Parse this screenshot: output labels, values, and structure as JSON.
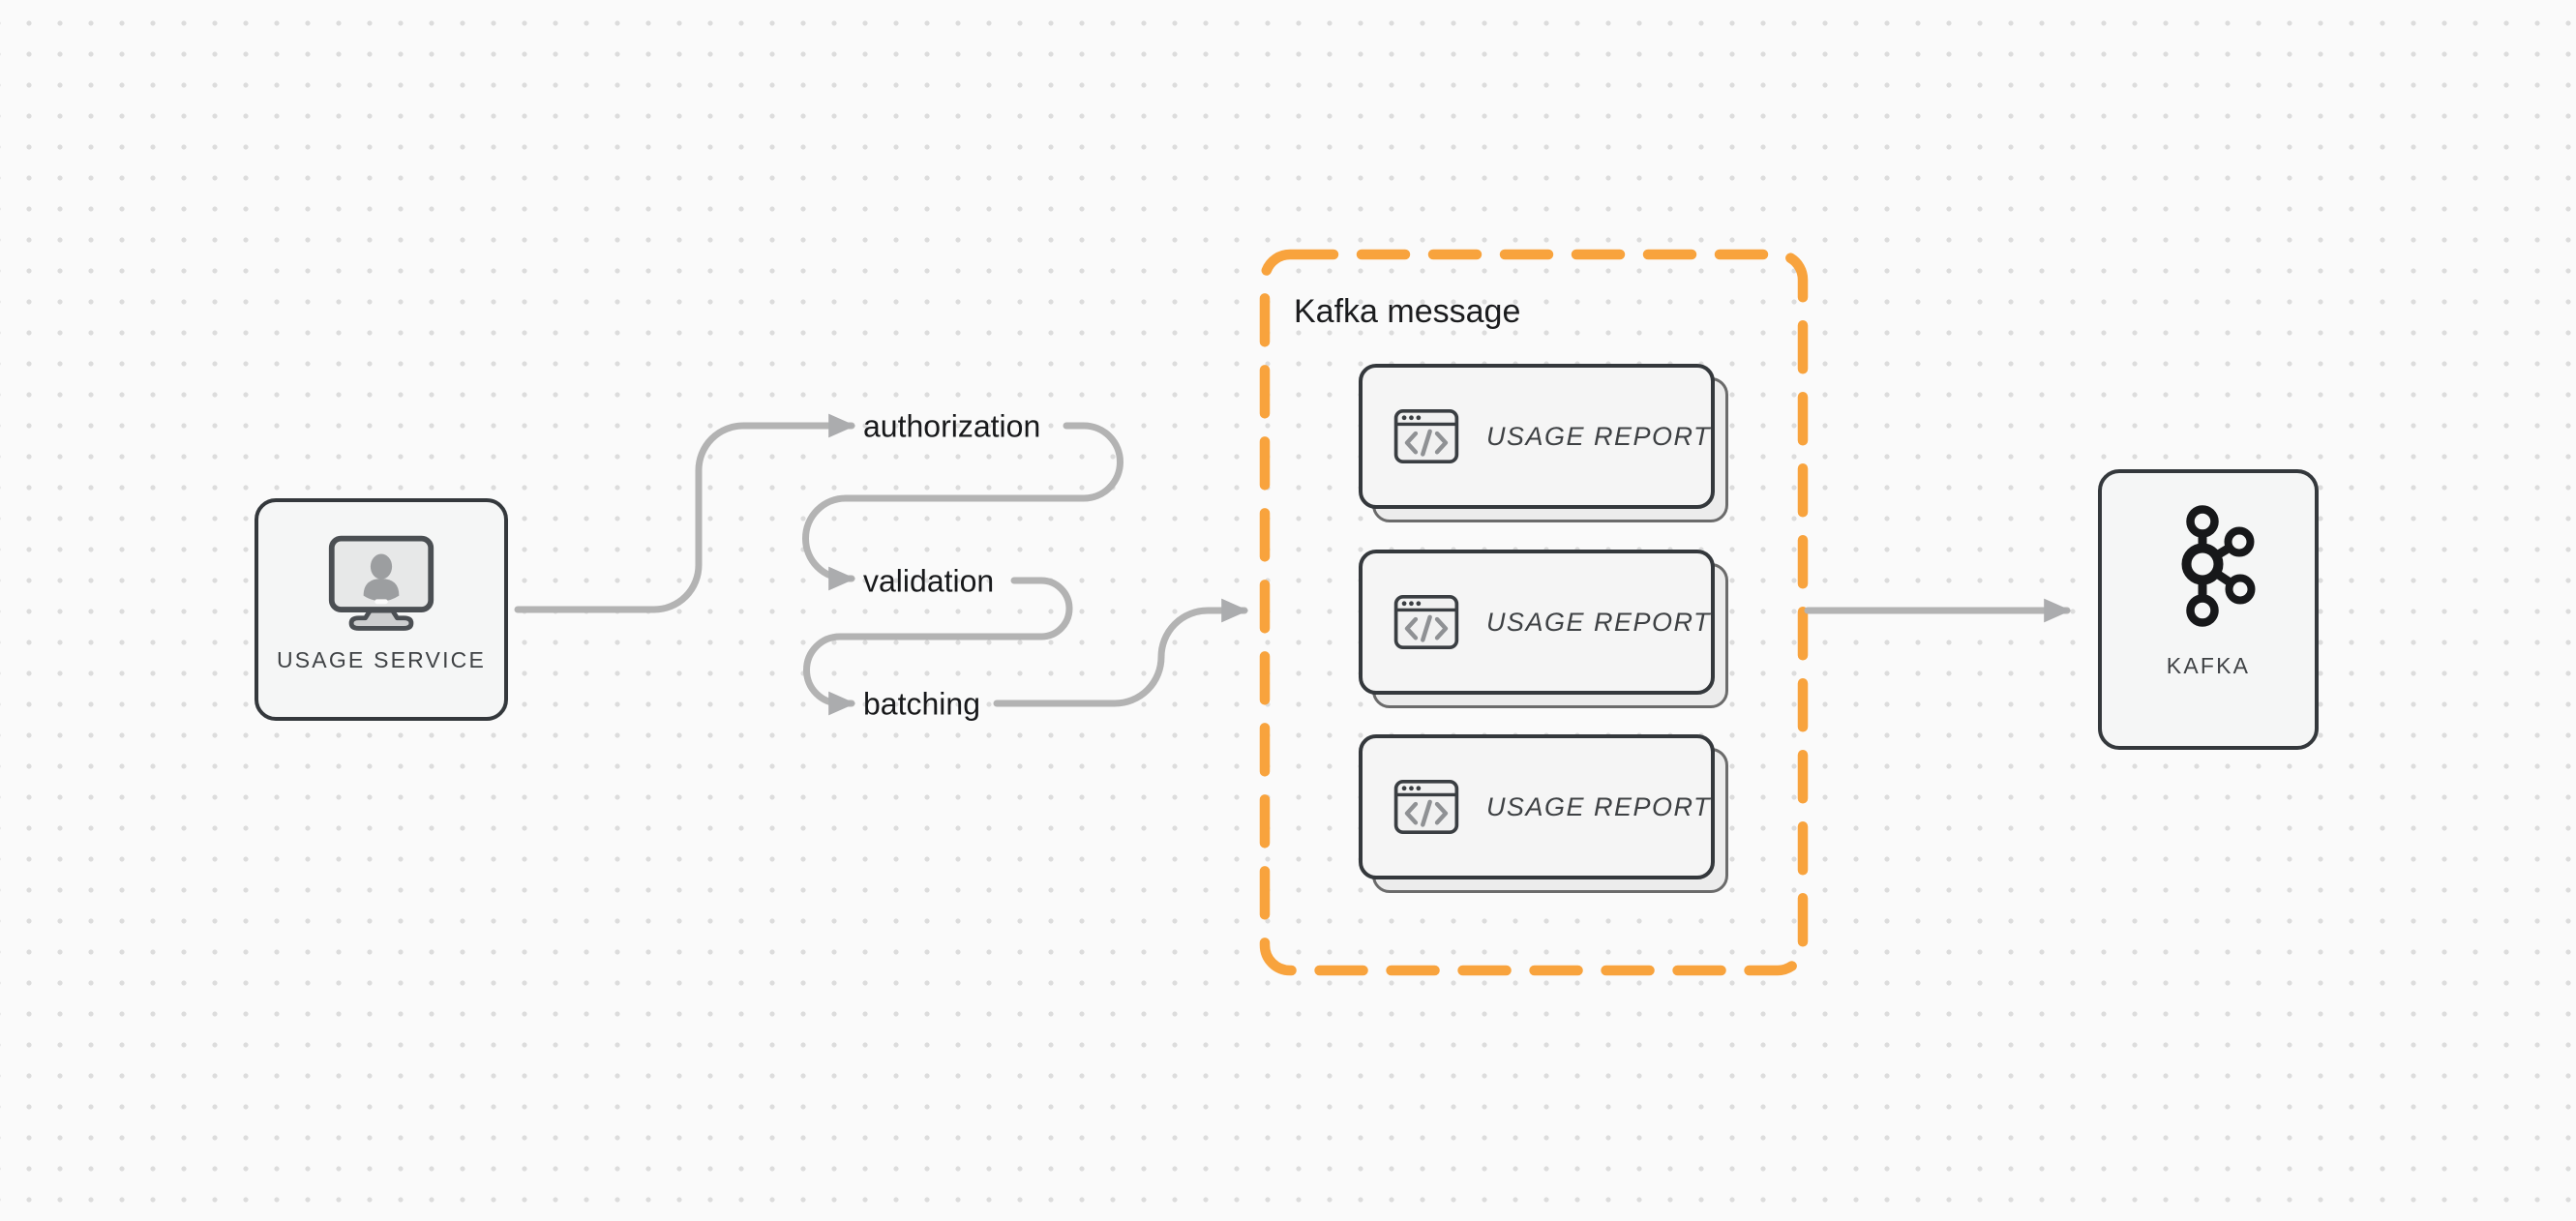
{
  "canvas": {
    "background": "#fafafa",
    "dot_color": "#dcdcdc"
  },
  "colors": {
    "connector_gray": "#b3b3b3",
    "node_border_dark": "#34383c",
    "node_fill": "#f5f6f6",
    "accent_orange": "#f8a33d",
    "flow_label_text": "#18191b",
    "node_label_text": "#3f4245",
    "icon_glyph_gray": "#8f9194"
  },
  "nodes": {
    "usage_service": {
      "label": "USAGE SERVICE",
      "icon": "monitor-user-icon"
    },
    "kafka": {
      "label": "KAFKA",
      "icon": "kafka-logo-icon"
    }
  },
  "steps": [
    {
      "label": "authorization"
    },
    {
      "label": "validation"
    },
    {
      "label": "batching"
    }
  ],
  "kafka_message_group": {
    "title": "Kafka message",
    "cards": [
      {
        "label": "USAGE REPORT",
        "icon": "code-window-icon"
      },
      {
        "label": "USAGE REPORT",
        "icon": "code-window-icon"
      },
      {
        "label": "USAGE REPORT",
        "icon": "code-window-icon"
      }
    ]
  }
}
